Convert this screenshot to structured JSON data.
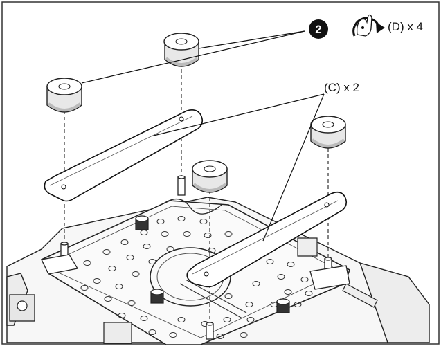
{
  "step": {
    "number": "2"
  },
  "labels": {
    "screws": "(D) x 4",
    "brackets": "(C) x 2"
  },
  "icons": {
    "step_badge": "step-number-badge",
    "screw_action": "hand-rotate-clockwise-icon"
  },
  "colors": {
    "line": "#1a1a1a",
    "badge": "#111111",
    "badge_text": "#ffffff",
    "background": "#ffffff"
  }
}
